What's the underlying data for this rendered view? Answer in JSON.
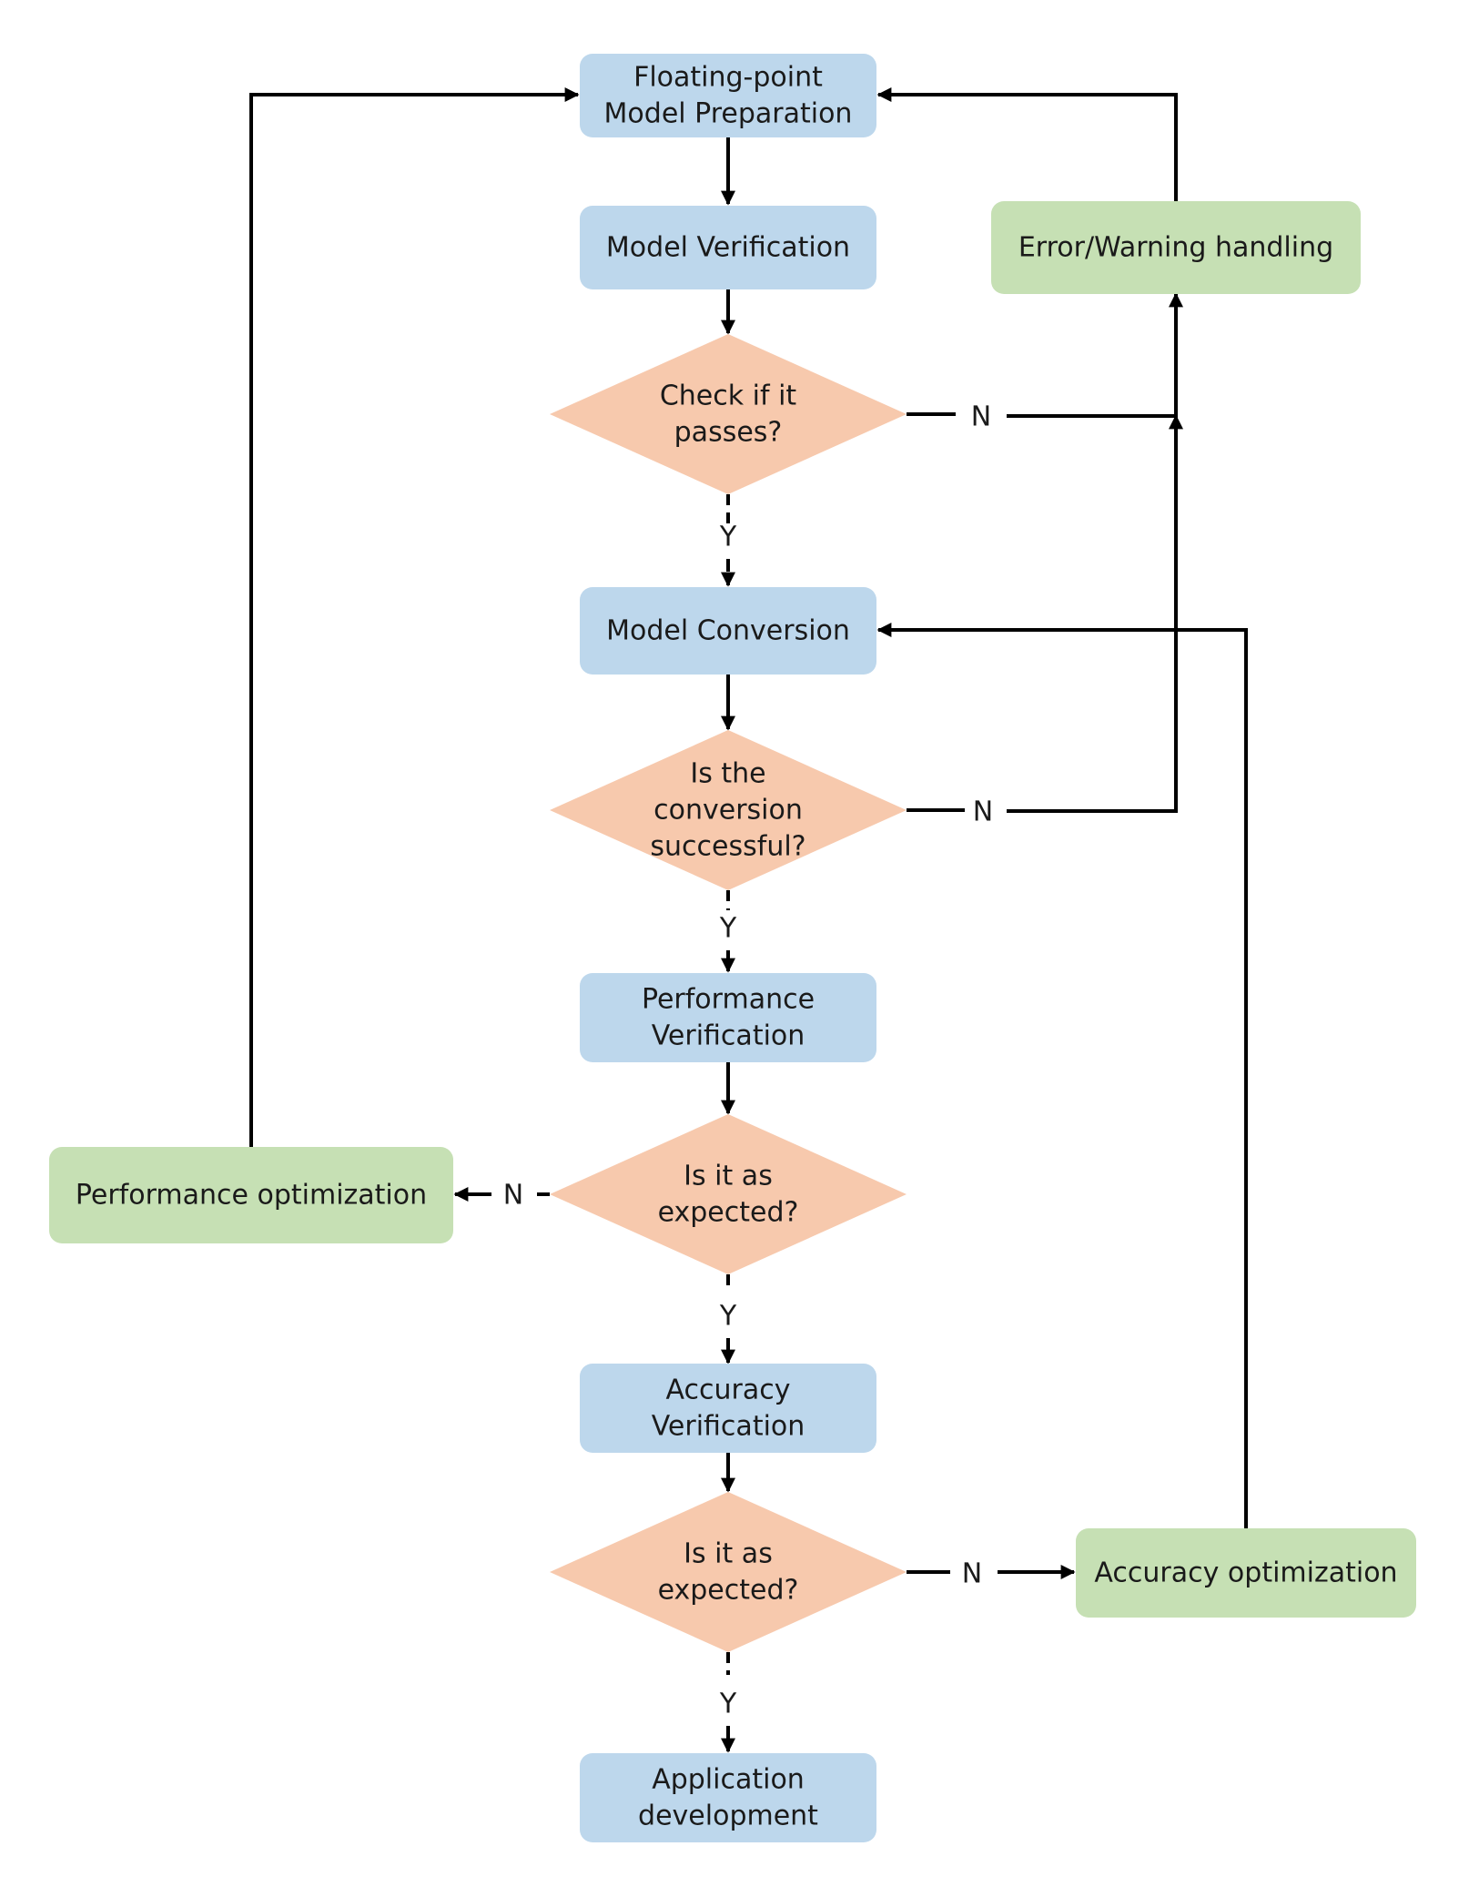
{
  "colors": {
    "process": "#bdd7ec",
    "decision": "#f7c9ad",
    "action": "#c6e0b4",
    "line": "#000000"
  },
  "nodes": {
    "prep": {
      "kind": "process",
      "lines": [
        "Floating-point",
        "Model Preparation"
      ]
    },
    "model_verif": {
      "kind": "process",
      "lines": [
        "Model Verification"
      ]
    },
    "check_pass": {
      "kind": "decision",
      "lines": [
        "Check if it",
        "passes?"
      ]
    },
    "conversion": {
      "kind": "process",
      "lines": [
        "Model Conversion"
      ]
    },
    "conv_ok": {
      "kind": "decision",
      "lines": [
        "Is the",
        "conversion",
        "successful?"
      ]
    },
    "perf_verif": {
      "kind": "process",
      "lines": [
        "Performance",
        "Verification"
      ]
    },
    "perf_ok": {
      "kind": "decision",
      "lines": [
        "Is it as",
        "expected?"
      ]
    },
    "acc_verif": {
      "kind": "process",
      "lines": [
        "Accuracy",
        "Verification"
      ]
    },
    "acc_ok": {
      "kind": "decision",
      "lines": [
        "Is it as",
        "expected?"
      ]
    },
    "app_dev": {
      "kind": "process",
      "lines": [
        "Application",
        "development"
      ]
    },
    "error": {
      "kind": "action",
      "lines": [
        "Error/Warning handling"
      ]
    },
    "perf_opt": {
      "kind": "action",
      "lines": [
        "Performance optimization"
      ]
    },
    "acc_opt": {
      "kind": "action",
      "lines": [
        "Accuracy optimization"
      ]
    }
  },
  "edges": [
    {
      "from": "prep",
      "to": "model_verif",
      "label": ""
    },
    {
      "from": "model_verif",
      "to": "check_pass",
      "label": ""
    },
    {
      "from": "check_pass",
      "to": "conversion",
      "label": "Y"
    },
    {
      "from": "check_pass",
      "to": "error",
      "label": "N"
    },
    {
      "from": "conversion",
      "to": "conv_ok",
      "label": ""
    },
    {
      "from": "conv_ok",
      "to": "perf_verif",
      "label": "Y"
    },
    {
      "from": "conv_ok",
      "to": "error",
      "label": "N"
    },
    {
      "from": "perf_verif",
      "to": "perf_ok",
      "label": ""
    },
    {
      "from": "perf_ok",
      "to": "acc_verif",
      "label": "Y"
    },
    {
      "from": "perf_ok",
      "to": "perf_opt",
      "label": "N"
    },
    {
      "from": "acc_verif",
      "to": "acc_ok",
      "label": ""
    },
    {
      "from": "acc_ok",
      "to": "app_dev",
      "label": "Y"
    },
    {
      "from": "acc_ok",
      "to": "acc_opt",
      "label": "N"
    },
    {
      "from": "error",
      "to": "prep",
      "label": ""
    },
    {
      "from": "perf_opt",
      "to": "prep",
      "label": ""
    },
    {
      "from": "acc_opt",
      "to": "conversion",
      "label": ""
    }
  ]
}
